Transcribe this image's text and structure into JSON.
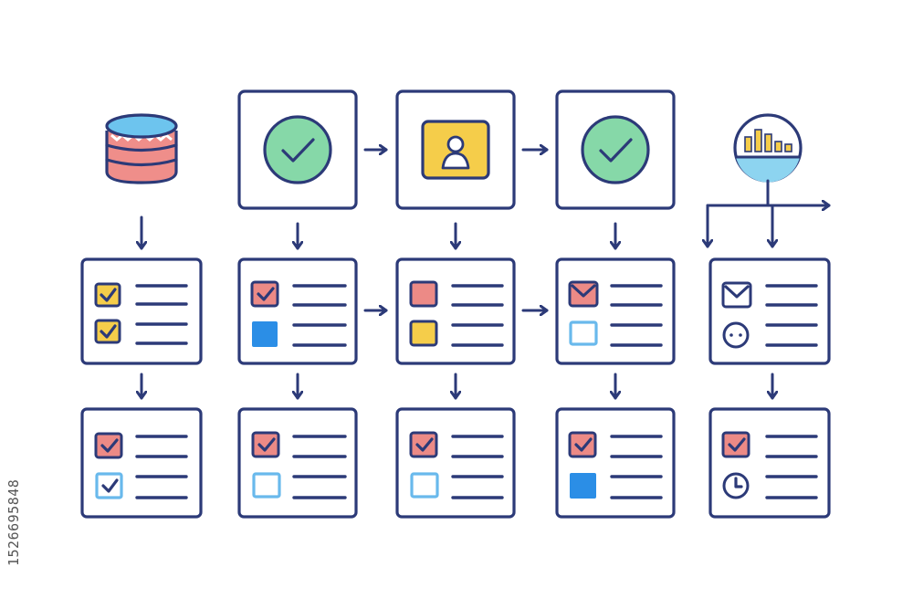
{
  "stock_id": "1526695848",
  "palette": {
    "ink": "#2c3a78",
    "yellow": "#f5cd4a",
    "red": "#ec8a86",
    "green": "#86d8a8",
    "blue": "#2b8ee6",
    "light_blue": "#69b9ec",
    "sky": "#8dd4f0"
  },
  "top_row": [
    {
      "id": "database",
      "icon": "database-icon"
    },
    {
      "id": "approve-1",
      "icon": "check-circle-icon"
    },
    {
      "id": "user",
      "icon": "user-icon"
    },
    {
      "id": "approve-2",
      "icon": "check-circle-icon"
    },
    {
      "id": "analytics",
      "icon": "bar-chart-circle-icon"
    }
  ],
  "middle_row": [
    {
      "markers": [
        "checked-yellow",
        "checked-yellow"
      ]
    },
    {
      "markers": [
        "checked-red",
        "filled-blue"
      ]
    },
    {
      "markers": [
        "filled-red",
        "filled-yellow"
      ]
    },
    {
      "markers": [
        "mail-red",
        "outline-blue"
      ]
    },
    {
      "markers": [
        "mail-outline",
        "face-outline"
      ]
    }
  ],
  "bottom_row": [
    {
      "markers": [
        "checked-red",
        "checked-blue-outline"
      ]
    },
    {
      "markers": [
        "checked-red",
        "outline-blue"
      ]
    },
    {
      "markers": [
        "checked-red",
        "outline-blue"
      ]
    },
    {
      "markers": [
        "checked-red",
        "filled-blue"
      ]
    },
    {
      "markers": [
        "checked-red",
        "clock-outline"
      ]
    }
  ]
}
